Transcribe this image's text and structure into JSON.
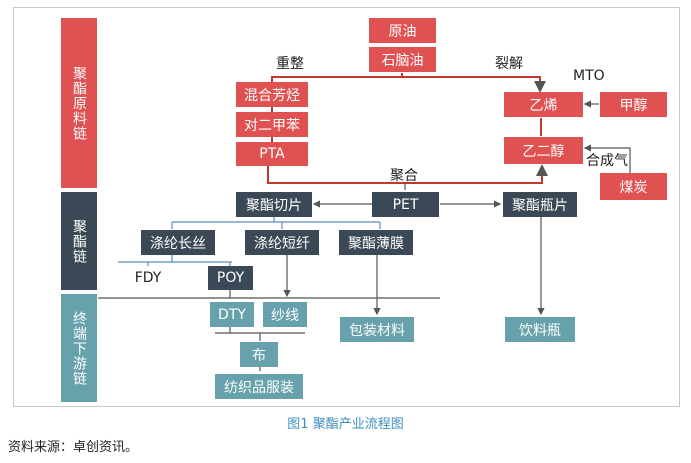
{
  "side_labels": {
    "polyester_chain": "聚酯原料链",
    "poly_chain": "聚酯链",
    "downstream_chain": "终端下游链"
  },
  "nodes": {
    "crude_oil": "原油",
    "naphtha": "石脑油",
    "mixed_aromatics": "混合芳烃",
    "paraxylene": "对二甲苯",
    "pta": "PTA",
    "ethylene": "乙烯",
    "methanol": "甲醇",
    "ethylene_glycol": "乙二醇",
    "coal": "煤炭",
    "pet": "PET",
    "polyester_chip": "聚酯切片",
    "bottle_chip": "聚酯瓶片",
    "filament": "涤纶长丝",
    "staple_fiber": "涤纶短纤",
    "film": "聚酯薄膜",
    "fdy": "FDY",
    "poy": "POY",
    "dty": "DTY",
    "yarn": "纱线",
    "packaging": "包装材料",
    "beverage_bottle": "饮料瓶",
    "cloth": "布",
    "garments": "纺织品服装"
  },
  "edge_labels": {
    "reforming": "重整",
    "cracking": "裂解",
    "mto": "MTO",
    "polymerization": "聚合",
    "syngas": "合成气"
  },
  "caption": "图1 聚酯产业流程图",
  "source": "资料来源：卓创资讯。",
  "colors": {
    "red": "#e05252",
    "dark": "#3b4957",
    "teal": "#67a2ac",
    "line": "#5a8ec4"
  }
}
